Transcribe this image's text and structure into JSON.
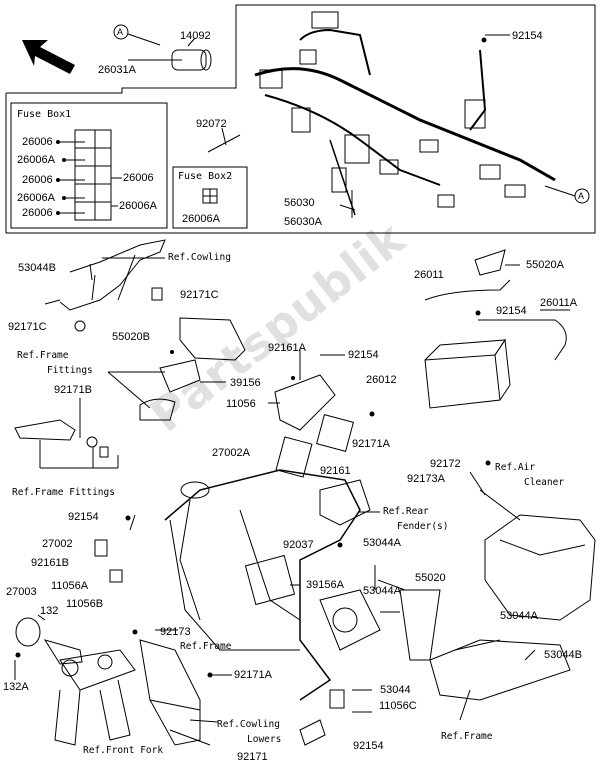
{
  "callout_a": "A",
  "fusebox1": {
    "title": "Fuse Box1",
    "left": [
      "26006",
      "26006A",
      "26006",
      "26006A",
      "26006"
    ],
    "right": [
      "26006",
      "26006A"
    ]
  },
  "fusebox2": {
    "title": "Fuse Box2",
    "part": "26006A"
  },
  "watermark": "Partspublik",
  "parts": {
    "p14092": "14092",
    "p26031A": "26031A",
    "p92072": "92072",
    "p92154a": "92154",
    "p56030": "56030",
    "p56030A": "56030A",
    "p53044B_top": "53044B",
    "p92171C_r": "92171C",
    "p92171C_l": "92171C",
    "p55020B": "55020B",
    "p92171B": "92171B",
    "p39156": "39156",
    "p92161A": "92161A",
    "p92154b": "92154",
    "p11056": "11056",
    "p27002A": "27002A",
    "p92161": "92161",
    "p92171A_mid": "92171A",
    "p26011": "26011",
    "p55020A": "55020A",
    "p92154c": "92154",
    "p26011A": "26011A",
    "p26012": "26012",
    "p92172": "92172",
    "p92173A": "92173A",
    "p92154d": "92154",
    "p27002": "27002",
    "p92161B": "92161B",
    "p11056A": "11056A",
    "p27003": "27003",
    "p132": "132",
    "p11056B": "11056B",
    "p132A": "132A",
    "p92037": "92037",
    "p53044A_1": "53044A",
    "p39156A": "39156A",
    "p53044A_2": "53044A",
    "p55020": "55020",
    "p53044A_3": "53044A",
    "p92173": "92173",
    "p92171A_low": "92171A",
    "p53044B_low": "53044B",
    "p53044": "53044",
    "p11056C": "11056C",
    "p92154e": "92154",
    "p92171": "92171"
  },
  "refs": {
    "cowling": "Ref.Cowling",
    "frame_fittings_1a": "Ref.Frame",
    "frame_fittings_1b": "Fittings",
    "frame_fittings_2": "Ref.Frame Fittings",
    "rear_fender_a": "Ref.Rear",
    "rear_fender_b": "Fender(s)",
    "air_cleaner_a": "Ref.Air",
    "air_cleaner_b": "Cleaner",
    "frame_1": "Ref.Frame",
    "cowling_lowers_a": "Ref.Cowling",
    "cowling_lowers_b": "Lowers",
    "front_fork": "Ref.Front Fork",
    "frame_2": "Ref.Frame"
  }
}
